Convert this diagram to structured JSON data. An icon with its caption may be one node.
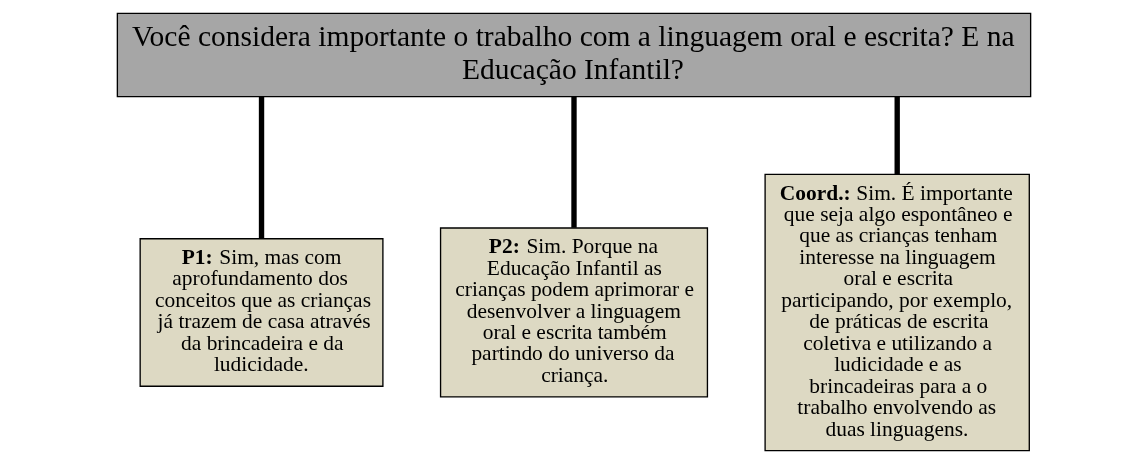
{
  "diagram": {
    "nodes": [
      {
        "text": [
          "Você considera importante o trabalho com a linguagem oral e escrita? E na Educação Infantil?"
        ]
      },
      {
        "text": [
          "**P1:** Sim, mas com aprofundamento dos conceitos que as crianças já trazem de casa através da brincadeira e da ludicidade."
        ]
      },
      {
        "text": [
          "**P2:** Sim. Porque na Educação Infantil as crianças podem aprimorar e desenvolver a linguagem oral e escrita também partindo do universo da criança."
        ]
      },
      {
        "text": [
          "**Coord.:** Sim. É importante que seja algo espontâneo e que as crianças tenham interesse na linguagem oral e escrita participando, por exemplo, de práticas de escrita coletiva e utilizando a ludicidade e as brincadeiras para a o trabalho envolvendo as duas linguagens."
        ]
      }
    ],
    "edges": [
      {
        "from": 0,
        "to": 1,
        "arrow": "none"
      },
      {
        "from": 0,
        "to": 2,
        "arrow": "none"
      },
      {
        "from": 0,
        "to": 3,
        "arrow": "none"
      }
    ]
  }
}
